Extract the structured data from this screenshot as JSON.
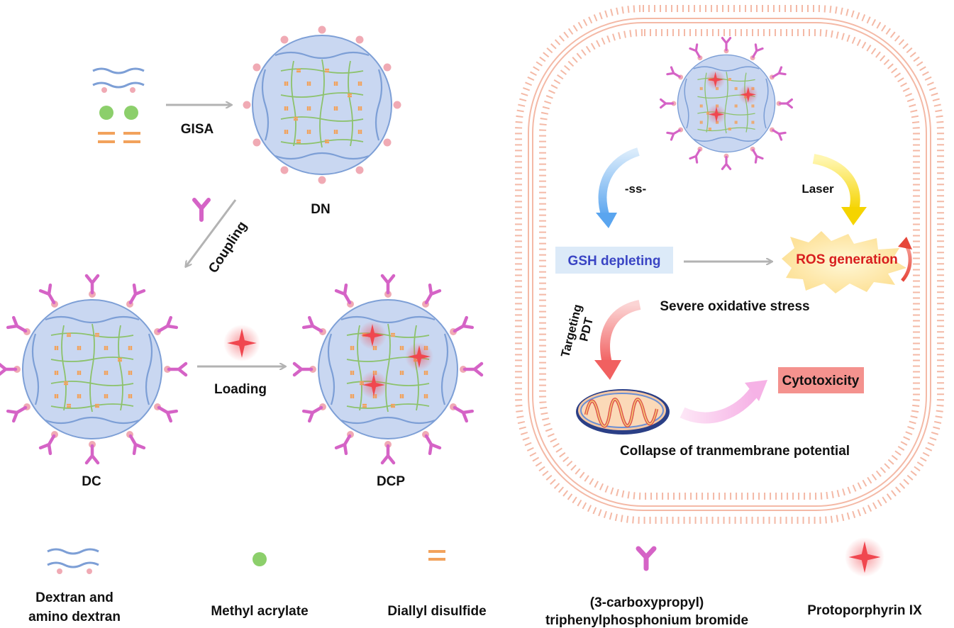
{
  "labels": {
    "gisa": "GISA",
    "coupling": "Coupling",
    "loading": "Loading",
    "dn": "DN",
    "dc": "DC",
    "dcp": "DCP"
  },
  "cell": {
    "ss": "-ss-",
    "laser": "Laser",
    "gsh": "GSH depleting",
    "ros": "ROS generation",
    "stress": "Severe oxidative stress",
    "targeting1": "Targeting",
    "targeting2": "PDT",
    "cytotoxicity": "Cytotoxicity",
    "collapse": "Collapse of tranmembrane potential"
  },
  "legend": [
    {
      "icon": "dextran-icon",
      "line1": "Dextran and",
      "line2": "amino dextran"
    },
    {
      "icon": "methyl-acrylate-icon",
      "line1": "Methyl acrylate",
      "line2": ""
    },
    {
      "icon": "diallyl-disulfide-icon",
      "line1": "Diallyl disulfide",
      "line2": ""
    },
    {
      "icon": "tpp-icon",
      "line1": "(3-carboxypropyl)",
      "line2": "triphenylphosphonium bromide"
    },
    {
      "icon": "protoporphyrin-icon",
      "line1": "Protoporphyrin IX",
      "line2": ""
    }
  ],
  "colors": {
    "particle_fill": "#c9d7f1",
    "particle_stroke": "#7d9fd6",
    "network_green": "#8cc26b",
    "network_orange": "#f2a25c",
    "tpp": "#d563c6",
    "pink_dot": "#f0aab4",
    "star": "#f0474f",
    "membrane": "#f4b9a6",
    "arrow_gray": "#b3b3b3",
    "gsh_box": "#dceaf8",
    "gsh_text": "#3a45c4",
    "ros_text": "#d81e1e",
    "cyto_box": "#f4928e"
  }
}
